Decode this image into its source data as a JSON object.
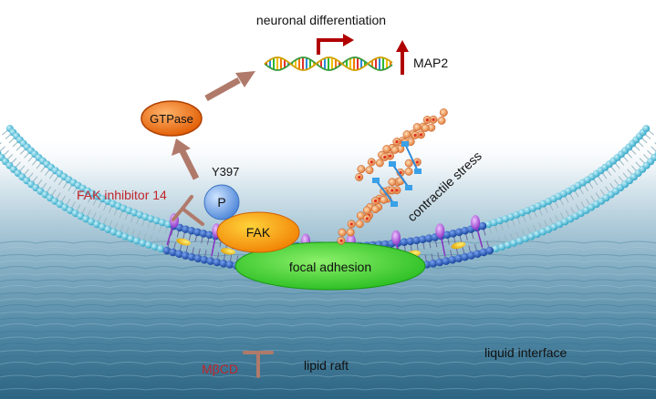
{
  "labels": {
    "top_label": "neuronal differentiation",
    "map2": "MAP2",
    "gtpase": "GTPase",
    "y397": "Y397",
    "phospho": "P",
    "fak": "FAK",
    "fak_inhibitor": "FAK inhibitor 14",
    "contractile_stress": "contractile stress",
    "focal_adhesion": "focal adhesion",
    "mbcd": "MβCD",
    "lipid_raft": "lipid raft",
    "liquid_interface": "liquid interface"
  },
  "colors": {
    "inhibitor_text": "#c0262b",
    "pathway_arrow": "#b07a6a",
    "upregulation_arrow": "#b00000",
    "gtpase_fill": "#f07010",
    "fak_fill": "#f5a000",
    "phospho_fill": "#6fa8ec",
    "focal_adhesion_fill": "#3fd42a",
    "membrane_head": "#4fc2dc",
    "raft_head": "#1f55b8",
    "water": "#6f9fb8"
  }
}
